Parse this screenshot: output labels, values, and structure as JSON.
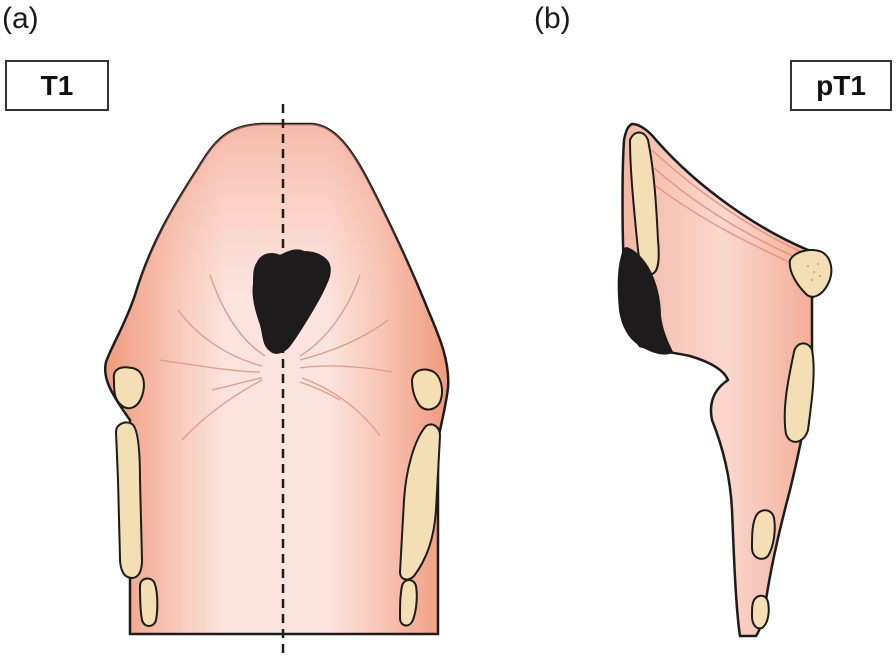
{
  "panels": [
    {
      "label": "(a)",
      "stage": "T1"
    },
    {
      "label": "(b)",
      "stage": "pT1"
    }
  ],
  "colors": {
    "outline": "#1c1c1c",
    "tissue_outer": "#f09a7c",
    "tissue_inner": "#fbdcd6",
    "cartilage": "#f3dfb3",
    "tumor": "#1e1b1c",
    "fold_lines": "#e39b86"
  }
}
